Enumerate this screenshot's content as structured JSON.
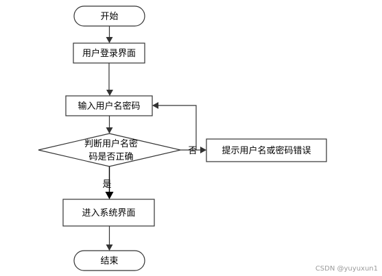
{
  "flowchart": {
    "nodes": {
      "start": {
        "label": "开始",
        "shape": "terminal"
      },
      "login_screen": {
        "label": "用户登录界面",
        "shape": "process"
      },
      "input_credentials": {
        "label": "输入用户名密码",
        "shape": "process"
      },
      "decision": {
        "label_line1": "判断用户名密",
        "label_line2": "码是否正确",
        "shape": "decision"
      },
      "error_prompt": {
        "label": "提示用户名或密码错误",
        "shape": "process"
      },
      "enter_system": {
        "label": "进入系统界面",
        "shape": "process"
      },
      "end": {
        "label": "结束",
        "shape": "terminal"
      }
    },
    "edge_labels": {
      "no": "否",
      "yes": "是"
    },
    "colors": {
      "stroke": "#333333",
      "arrow": "#333333",
      "text": "#000000",
      "fill": "#ffffff"
    }
  },
  "watermark": "CSDN @yuyuxun1"
}
